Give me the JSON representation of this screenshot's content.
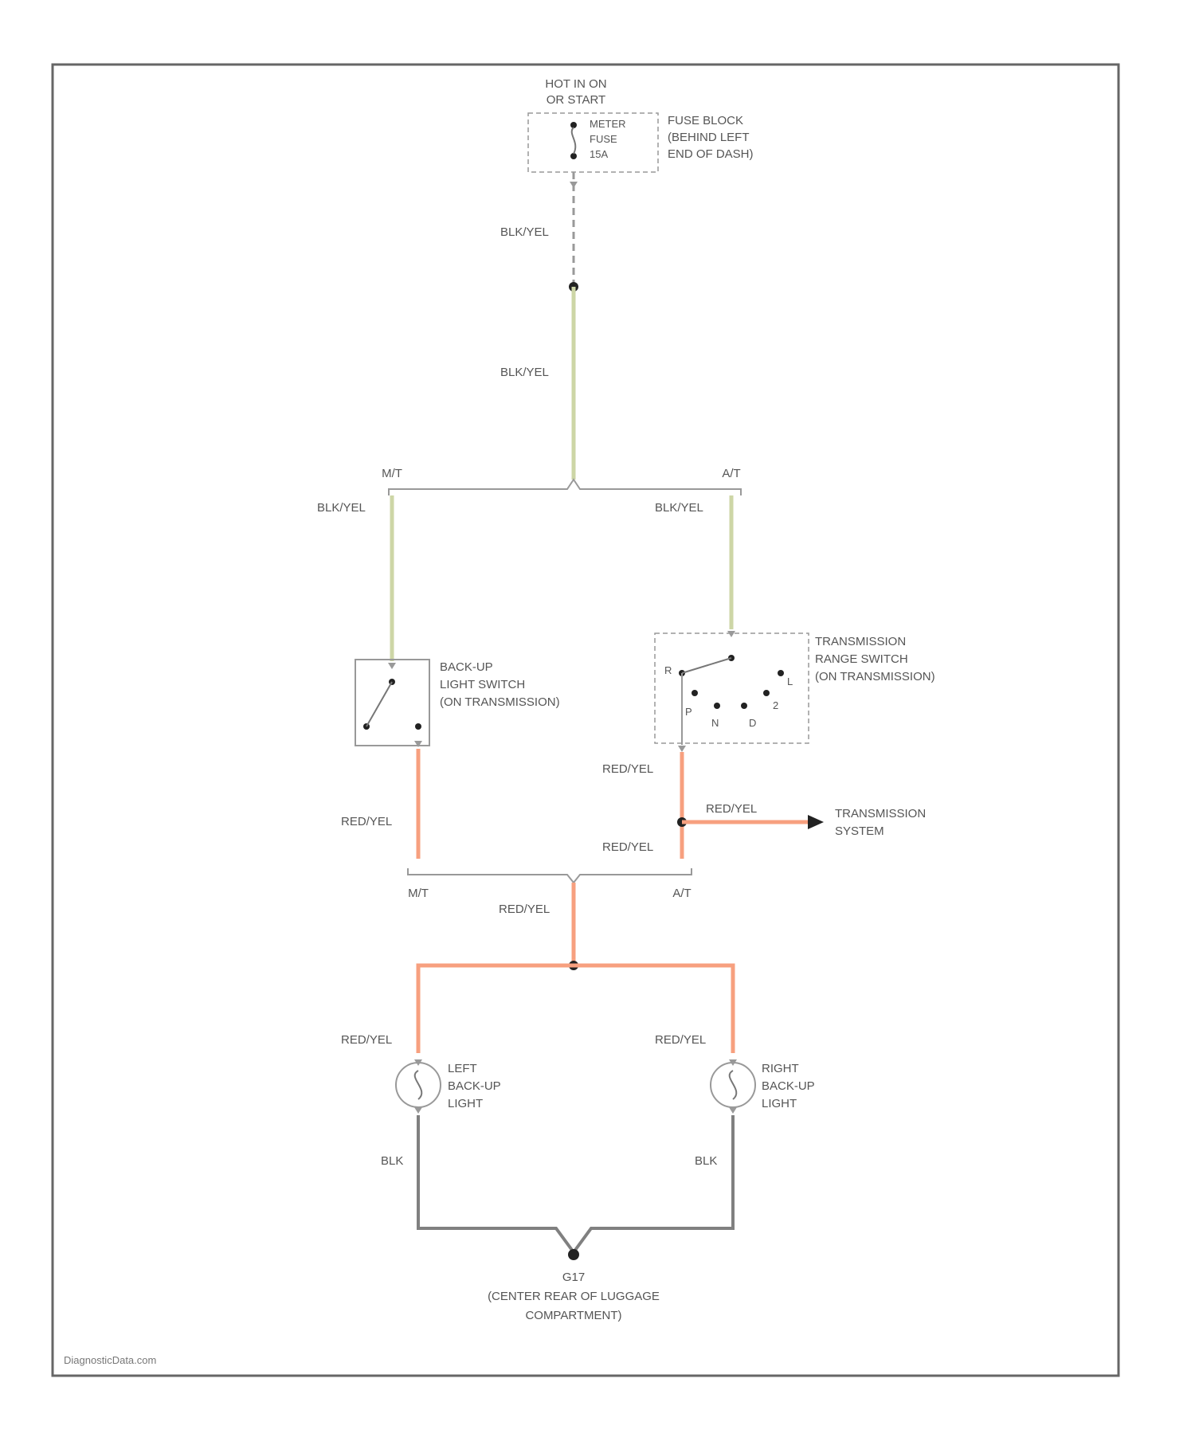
{
  "colors": {
    "frame": "#666666",
    "wire_blk_yel": "#cdd6a6",
    "wire_red_yel": "#f7a07f",
    "wire_blk": "#808080",
    "component": "#999999",
    "dot": "#222222"
  },
  "power": {
    "hot_line1": "HOT IN ON",
    "hot_line2": "OR START"
  },
  "fuse": {
    "line1": "METER",
    "line2": "FUSE",
    "line3": "15A"
  },
  "fuse_block": {
    "line1": "FUSE BLOCK",
    "line2": "(BEHIND LEFT",
    "line3": "END OF DASH)"
  },
  "wire_labels": {
    "blk_yel": "BLK/YEL",
    "red_yel": "RED/YEL",
    "blk": "BLK"
  },
  "variants": {
    "mt": "M/T",
    "at": "A/T"
  },
  "backup_switch": {
    "line1": "BACK-UP",
    "line2": "LIGHT SWITCH",
    "line3": "(ON TRANSMISSION)"
  },
  "range_switch": {
    "line1": "TRANSMISSION",
    "line2": "RANGE SWITCH",
    "line3": "(ON TRANSMISSION)",
    "positions": [
      "R",
      "P",
      "N",
      "D",
      "2",
      "L"
    ]
  },
  "transmission_system": {
    "line1": "TRANSMISSION",
    "line2": "SYSTEM"
  },
  "left_light": {
    "line1": "LEFT",
    "line2": "BACK-UP",
    "line3": "LIGHT"
  },
  "right_light": {
    "line1": "RIGHT",
    "line2": "BACK-UP",
    "line3": "LIGHT"
  },
  "ground": {
    "id": "G17",
    "line1": "(CENTER REAR OF LUGGAGE",
    "line2": "COMPARTMENT)"
  },
  "watermark": "DiagnosticData.com"
}
